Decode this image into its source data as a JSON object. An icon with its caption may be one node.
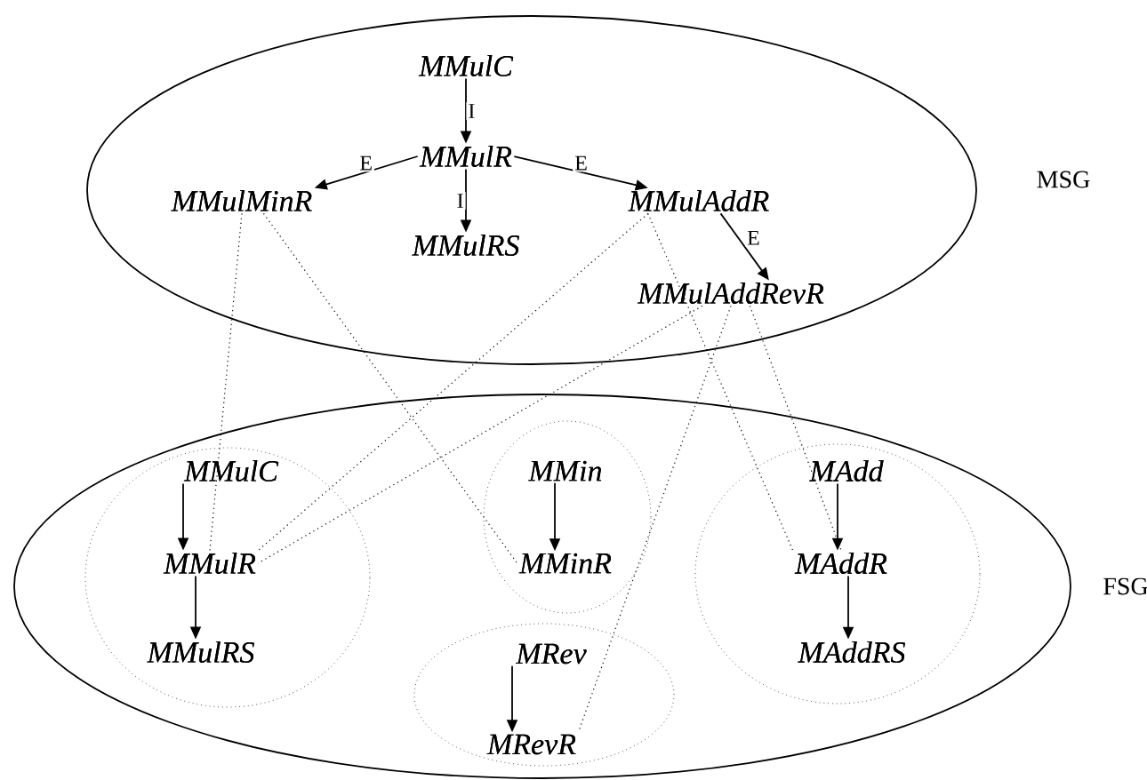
{
  "diagram": {
    "nodes": [
      {
        "text": [
          "MSG"
        ]
      },
      {
        "text": [
          "MMulC"
        ],
        "in": 0
      },
      {
        "text": [
          "MMulR"
        ],
        "in": 0
      },
      {
        "text": [
          "MMulMinR"
        ],
        "in": 0
      },
      {
        "text": [
          "MMulRS"
        ],
        "in": 0
      },
      {
        "text": [
          "MMulAddR"
        ],
        "in": 0
      },
      {
        "text": [
          "MMulAddRevR"
        ],
        "in": 0
      },
      {
        "text": [
          "FSG"
        ]
      },
      {
        "text": [],
        "shape": "circle",
        "in": 7
      },
      {
        "text": [
          "MMulC"
        ],
        "in": 8
      },
      {
        "text": [
          "MMulR"
        ],
        "in": 8
      },
      {
        "text": [
          "MMulRS"
        ],
        "in": 8
      },
      {
        "text": [],
        "shape": "circle",
        "in": 7
      },
      {
        "text": [
          "MMin"
        ],
        "in": 12
      },
      {
        "text": [
          "MMinR"
        ],
        "in": 12
      },
      {
        "text": [],
        "shape": "circle",
        "in": 7
      },
      {
        "text": [
          "MAdd"
        ],
        "in": 15
      },
      {
        "text": [
          "MAddR"
        ],
        "in": 15
      },
      {
        "text": [
          "MAddRS"
        ],
        "in": 15
      },
      {
        "text": [],
        "shape": "circle",
        "in": 7
      },
      {
        "text": [
          "MRev"
        ],
        "in": 19
      },
      {
        "text": [
          "MRevR"
        ],
        "in": 19
      }
    ],
    "edges": [
      {
        "from": 1,
        "to": 2,
        "arrow": "to",
        "label": "I"
      },
      {
        "from": 2,
        "to": 3,
        "arrow": "to",
        "label": "E"
      },
      {
        "from": 2,
        "to": 5,
        "arrow": "to",
        "label": "E"
      },
      {
        "from": 2,
        "to": 4,
        "arrow": "to",
        "label": "I"
      },
      {
        "from": 5,
        "to": 6,
        "arrow": "to",
        "label": "E"
      },
      {
        "from": 9,
        "to": 10,
        "arrow": "to"
      },
      {
        "from": 10,
        "to": 11,
        "arrow": "to"
      },
      {
        "from": 13,
        "to": 14,
        "arrow": "to"
      },
      {
        "from": 16,
        "to": 17,
        "arrow": "to"
      },
      {
        "from": 17,
        "to": 18,
        "arrow": "to"
      },
      {
        "from": 20,
        "to": 21,
        "arrow": "to"
      },
      {
        "from": 3,
        "to": 10,
        "arrow": "none",
        "style": "dashed"
      },
      {
        "from": 3,
        "to": 14,
        "arrow": "none",
        "style": "dashed"
      },
      {
        "from": 5,
        "to": 10,
        "arrow": "none",
        "style": "dashed"
      },
      {
        "from": 5,
        "to": 17,
        "arrow": "none",
        "style": "dashed"
      },
      {
        "from": 6,
        "to": 10,
        "arrow": "none",
        "style": "dashed"
      },
      {
        "from": 6,
        "to": 21,
        "arrow": "none",
        "style": "dashed"
      },
      {
        "from": 6,
        "to": 17,
        "arrow": "none",
        "style": "dashed"
      }
    ]
  }
}
